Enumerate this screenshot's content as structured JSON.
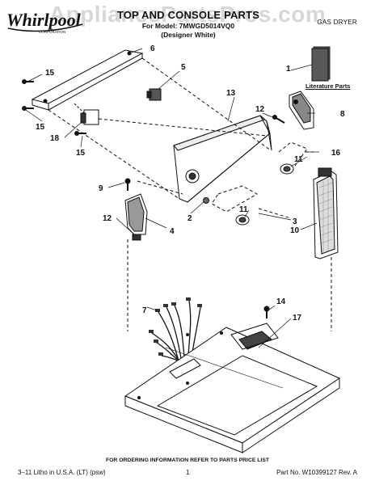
{
  "watermark": "AppliancePartsPros.com",
  "header": {
    "brand": "Whirlpool",
    "brand_sub": "CORPORATION",
    "title": "TOP AND CONSOLE PARTS",
    "model_line": "For Model: 7MWGD5014VQ0",
    "variant": "(Designer White)",
    "appliance_type": "GAS DRYER"
  },
  "callouts": [
    "1",
    "2",
    "3",
    "4",
    "5",
    "6",
    "7",
    "8",
    "9",
    "10",
    "11",
    "11",
    "12",
    "12",
    "13",
    "14",
    "15",
    "15",
    "15",
    "16",
    "17",
    "18"
  ],
  "literature_label": "Literature Parts",
  "footer": {
    "ordering_note": "FOR ORDERING INFORMATION REFER TO PARTS PRICE LIST",
    "litho": "3–11 Litho in U.S.A. (LT) (psw)",
    "page": "1",
    "part_no": "Part No. W10399127 Rev. A"
  }
}
